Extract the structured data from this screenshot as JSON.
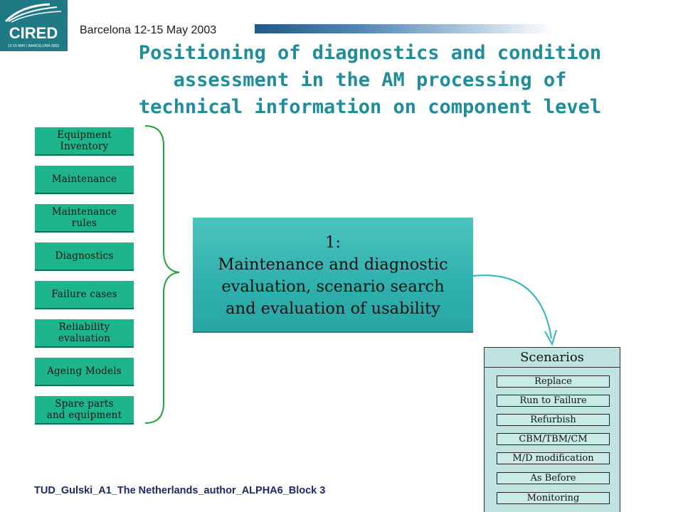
{
  "logo": {
    "text": "CIRED",
    "subtext": "12-15 MAY | BARCELONA 2003"
  },
  "header": {
    "conference": "Barcelona  12-15 May 2003"
  },
  "title_lines": [
    "Positioning of diagnostics and condition",
    "assessment in the AM processing of",
    "technical information on component level"
  ],
  "inputs": [
    "Equipment\nInventory",
    "Maintenance",
    "Maintenance\nrules",
    "Diagnostics",
    "Failure cases",
    "Reliability\nevaluation",
    "Ageing Models",
    "Spare parts\nand equipment"
  ],
  "center_box_lines": [
    "1:",
    "Maintenance and diagnostic",
    "evaluation, scenario search",
    "and evaluation of usability"
  ],
  "scenarios": {
    "title": "Scenarios",
    "items": [
      "Replace",
      "Run to Failure",
      "Refurbish",
      "CBM/TBM/CM",
      "M/D modification",
      "As Before",
      "Monitoring"
    ]
  },
  "footer": "TUD_Gulski_A1_The Netherlands_author_ALPHA6_Block  3",
  "colors": {
    "input_box": "#1fb58c",
    "center_box": "#2eb0ad",
    "scenarios_bg": "#bfe3de",
    "title_text": "#1f8e9a",
    "brace": "#22a33a",
    "arrow": "#2fb5c2"
  }
}
